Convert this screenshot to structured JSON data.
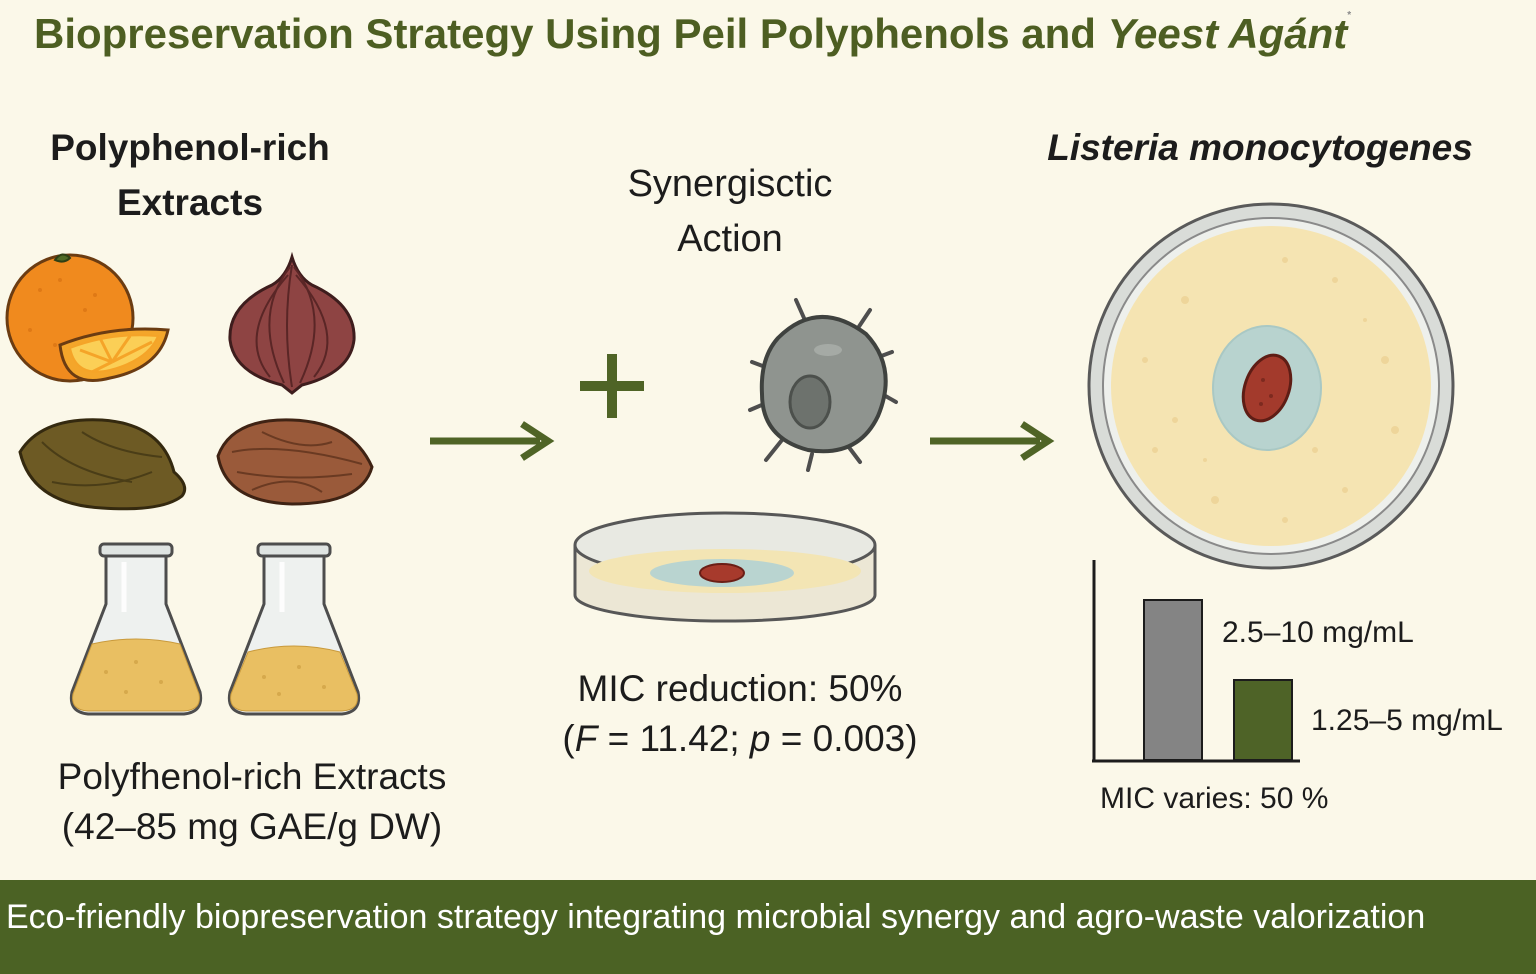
{
  "title": {
    "main": "Biopreservation Strategy Using Peil Polyphenols and ",
    "italic": "Yeest Agánt",
    "mark": "*"
  },
  "left_panel": {
    "heading_line1": "Polyphenol-rich",
    "heading_line2": "Extracts",
    "caption_line1": "Polyfhenol-rich Extracts",
    "caption_line2": "(42–85 mg GAE/g DW)",
    "icons": [
      "orange-icon",
      "onion-icon",
      "seed-icon",
      "nut-icon",
      "flask-icon",
      "flask-icon"
    ]
  },
  "middle_panel": {
    "heading_line1": "Synergisctic",
    "heading_line2": "Action",
    "plus_symbol": "+",
    "caption_line1": "MIC reduction: 50%",
    "caption_line2_open": "(",
    "caption_F": "F",
    "caption_F_value": " = 11.42; ",
    "caption_p": "p",
    "caption_p_value": " = 0.003)",
    "icons": [
      "yeast-cell-icon",
      "petri-dish-icon"
    ]
  },
  "right_panel": {
    "heading": "Listeria monocytogenes",
    "icons": [
      "petri-dish-top-icon"
    ],
    "bar_chart": {
      "bars": [
        {
          "label": "2.5–10 mg/mL",
          "color": "#848484",
          "relative_height": 1.0
        },
        {
          "label": "1.25–5 mg/mL",
          "color": "#4e6327",
          "relative_height": 0.5
        }
      ],
      "caption": "MIC varies: 50 %"
    }
  },
  "footer": {
    "text": "Eco-friendly biopreservation strategy integrating microbial synergy and agro-waste valorization",
    "color": "#4b6224"
  },
  "colors": {
    "background": "#fbf8e9",
    "accent_green": "#4d5e22",
    "arrow_green": "#4f6426"
  }
}
